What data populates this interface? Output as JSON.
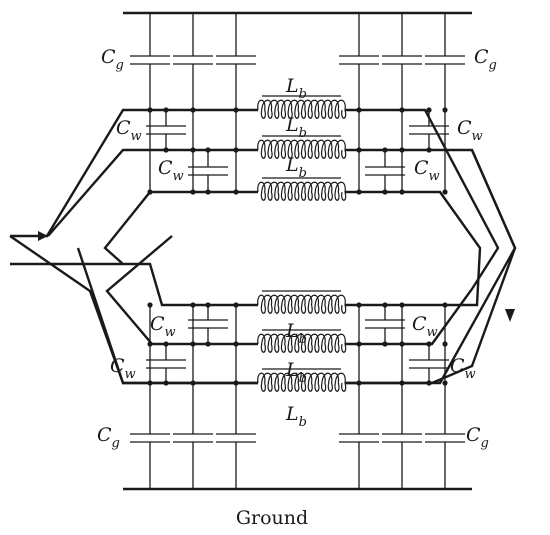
{
  "labels": {
    "ground_capacitor": {
      "main": "C",
      "sub": "g"
    },
    "winding_capacitor": {
      "main": "C",
      "sub": "w"
    },
    "inductor": {
      "main": "L",
      "sub": "b"
    },
    "ground": "Ground"
  }
}
